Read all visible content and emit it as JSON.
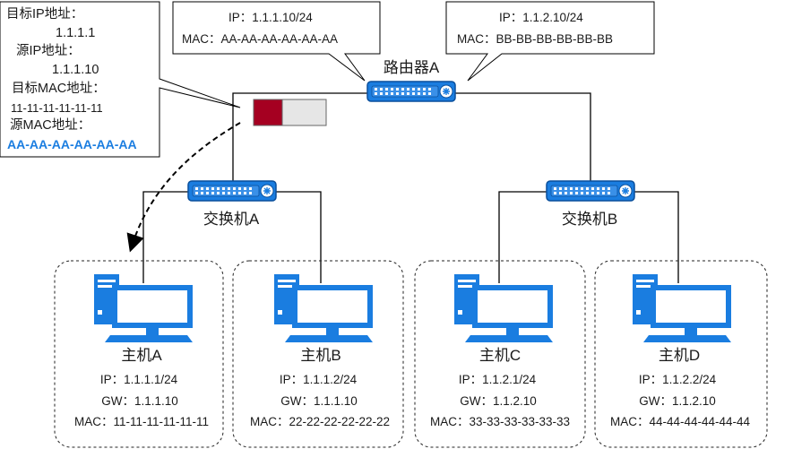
{
  "router": {
    "name": "路由器A",
    "port_left": {
      "ip": "IP：1.1.1.10/24",
      "mac": "MAC：AA-AA-AA-AA-AA-AA"
    },
    "port_right": {
      "ip": "IP：1.1.2.10/24",
      "mac": "MAC：BB-BB-BB-BB-BB-BB"
    }
  },
  "switches": [
    {
      "name": "交换机A"
    },
    {
      "name": "交换机B"
    }
  ],
  "hosts": [
    {
      "name": "主机A",
      "ip": "IP：1.1.1.1/24",
      "gw": "GW：1.1.1.10",
      "mac": "MAC：11-11-11-11-11-11"
    },
    {
      "name": "主机B",
      "ip": "IP：1.1.1.2/24",
      "gw": "GW：1.1.1.10",
      "mac": "MAC：22-22-22-22-22-22"
    },
    {
      "name": "主机C",
      "ip": "IP：1.1.2.1/24",
      "gw": "GW：1.1.2.10",
      "mac": "MAC：33-33-33-33-33-33"
    },
    {
      "name": "主机D",
      "ip": "IP：1.1.2.2/24",
      "gw": "GW：1.1.2.10",
      "mac": "MAC：44-44-44-44-44-44"
    }
  ],
  "packet": {
    "dst_ip_label": "目标IP地址：",
    "dst_ip": "1.1.1.1",
    "src_ip_label": "源IP地址：",
    "src_ip": "1.1.1.10",
    "dst_mac_label": "目标MAC地址：",
    "dst_mac": "11-11-11-11-11-11",
    "src_mac_label": "源MAC地址：",
    "src_mac": "AA-AA-AA-AA-AA-AA"
  },
  "colors": {
    "device_blue": "#1a7de0",
    "device_dark": "#0a4f9c",
    "packet_red": "#a50021",
    "packet_gray": "#e6e6e6",
    "highlight": "#1a7de0"
  },
  "icons": [
    "router-icon",
    "switch-icon",
    "computer-icon",
    "packet-icon"
  ]
}
